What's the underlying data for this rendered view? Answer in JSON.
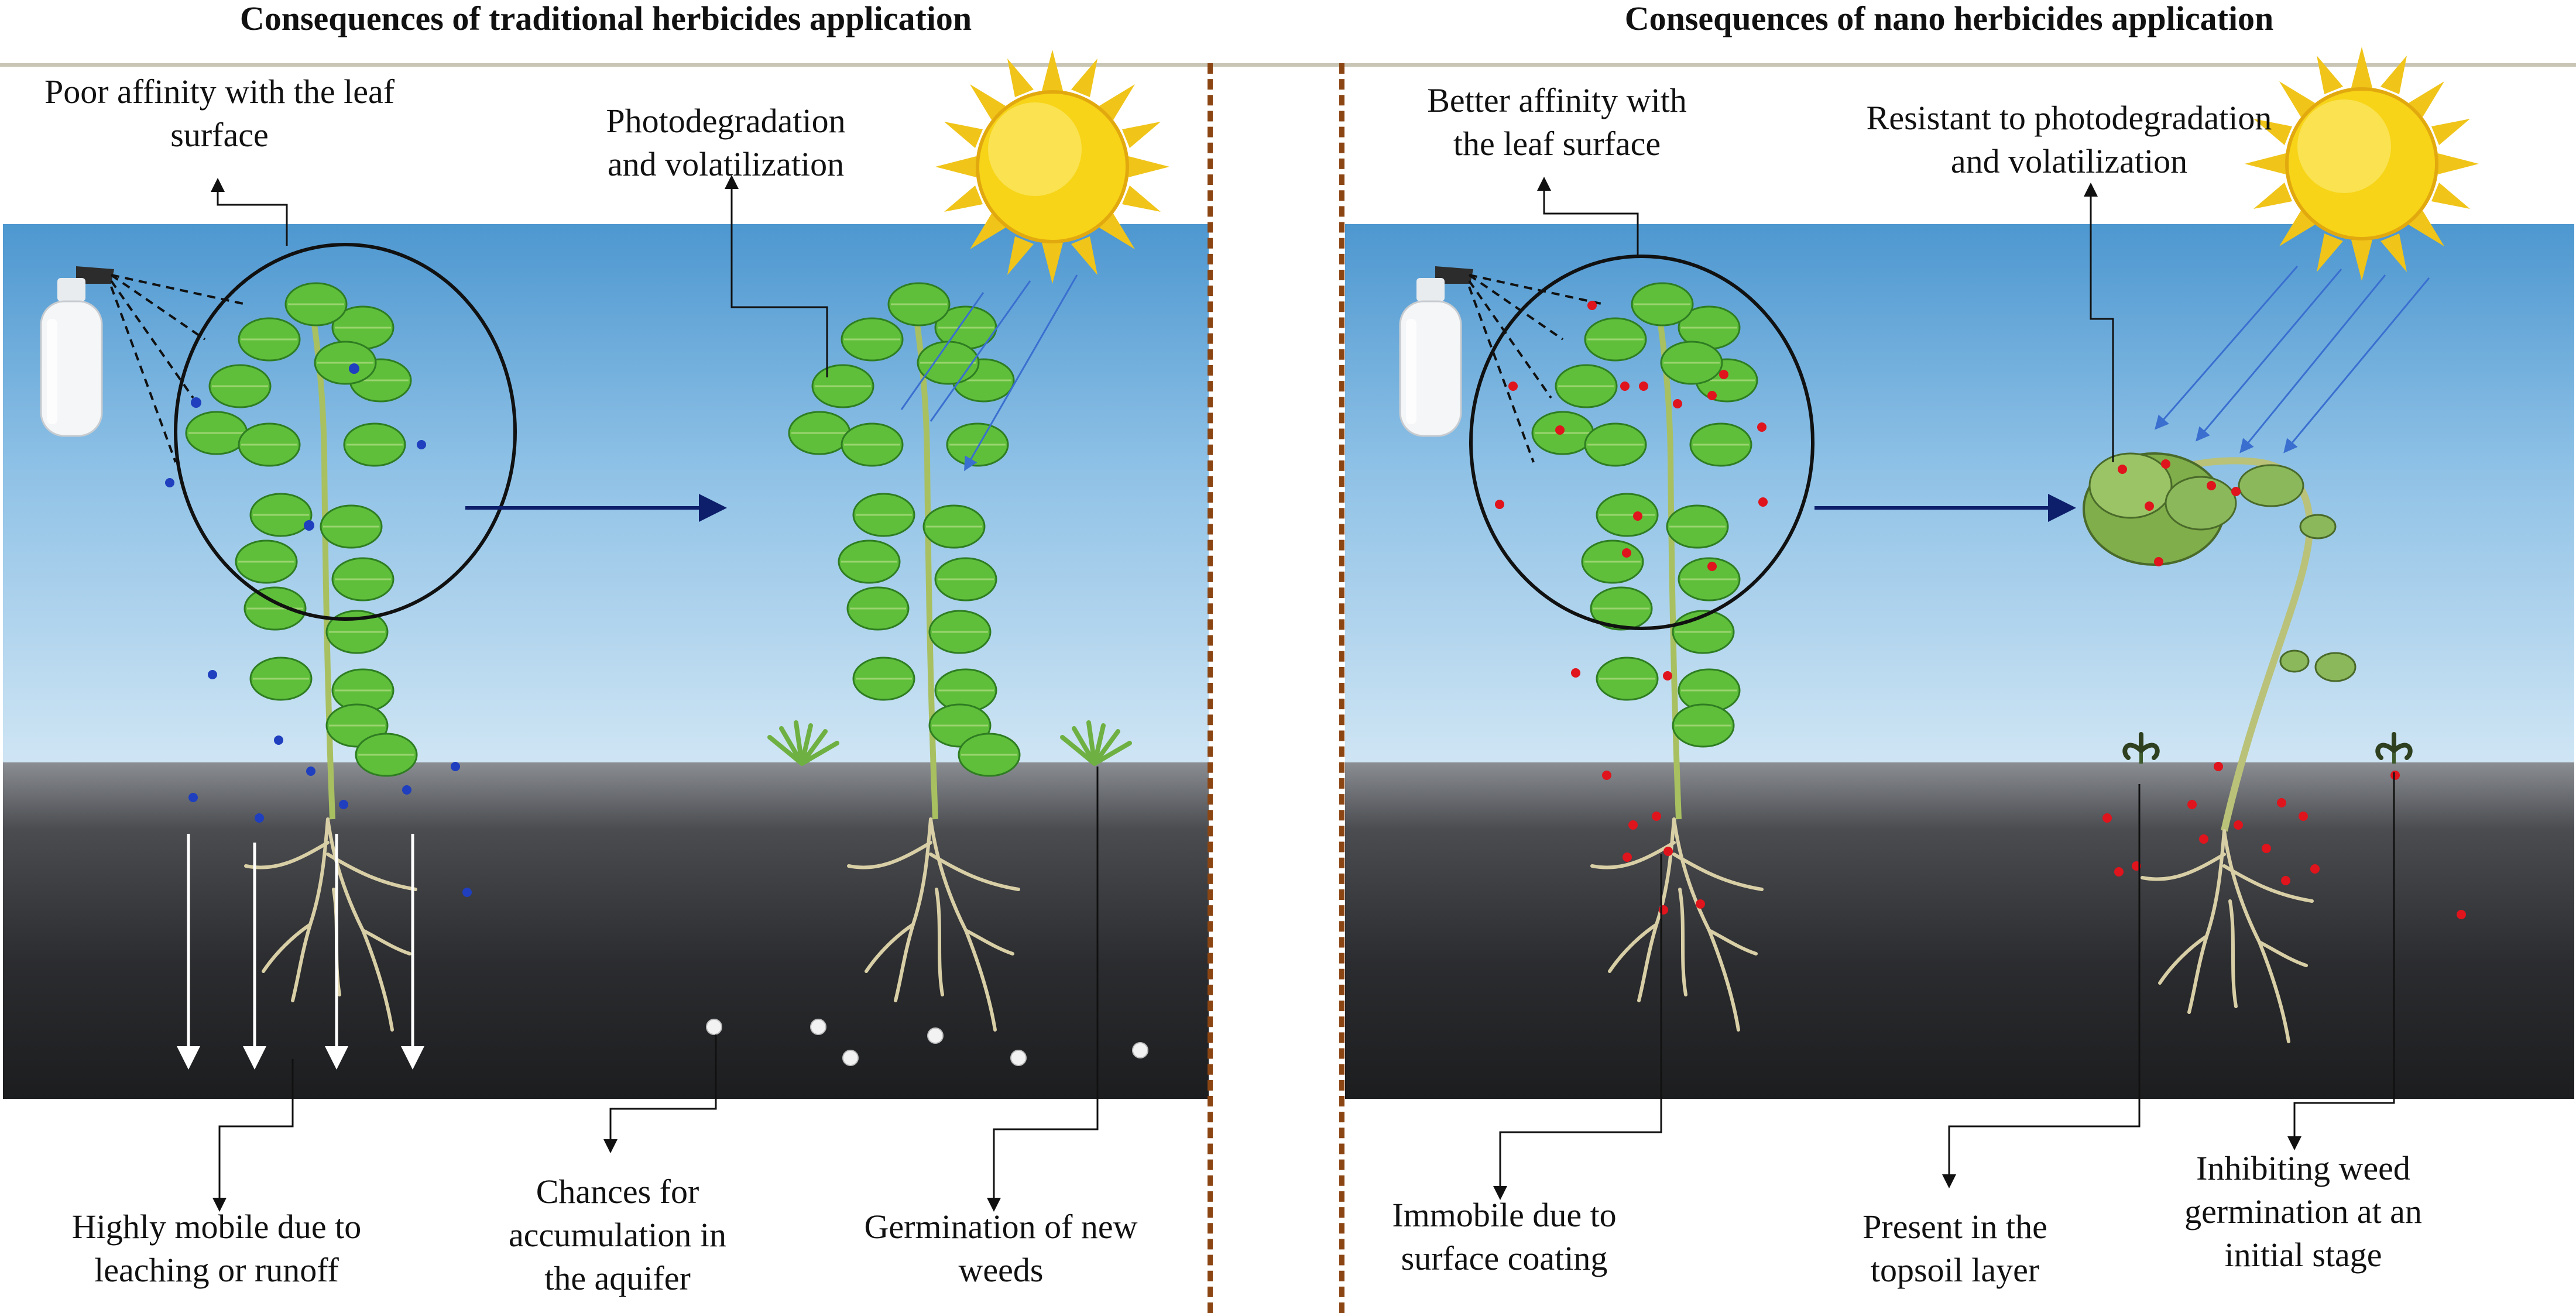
{
  "headings": {
    "left": "Consequences of traditional herbicides application",
    "right": "Consequences of nano herbicides application"
  },
  "labels": {
    "poor_affinity": "Poor affinity with the leaf surface",
    "photodegradation": "Photodegradation and volatilization",
    "highly_mobile": "Highly mobile due to leaching or runoff",
    "accumulation": "Chances for accumulation in the aquifer",
    "germination_new": "Germination of new weeds",
    "better_affinity": "Better affinity with the leaf surface",
    "resistant": "Resistant to photodegradation and volatilization",
    "immobile": "Immobile due to surface coating",
    "topsoil": "Present in the topsoil layer",
    "inhibiting": "Inhibiting weed germination at an initial stage"
  },
  "colors": {
    "traditional_particle": "#1f3fbf",
    "nano_particle": "#e0141c",
    "aquifer_particle": "#f2f2f2",
    "divider": "#8b4513",
    "process_arrow": "#0d1f6b",
    "sun": "#f7d417",
    "leaf": "#5fbf3a"
  }
}
